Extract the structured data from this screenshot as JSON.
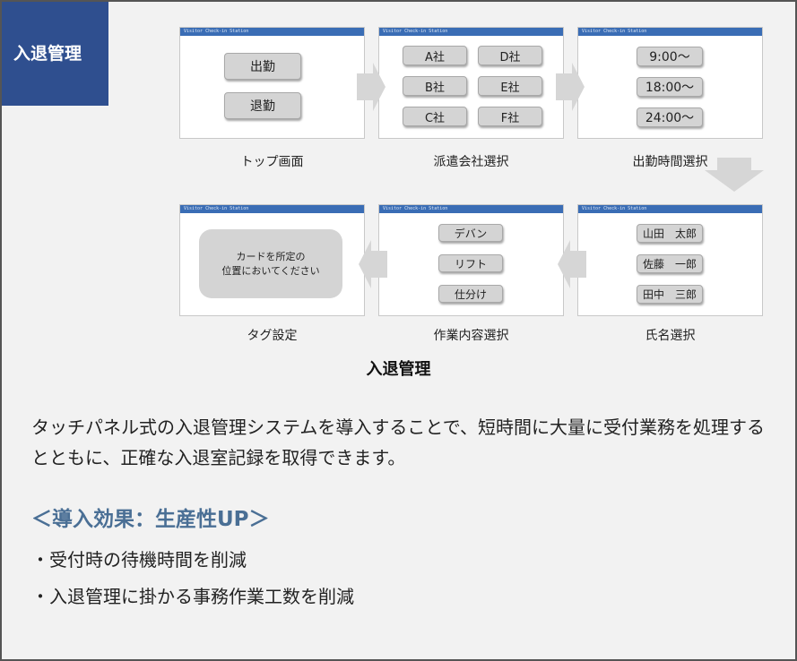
{
  "section_tag": "入退管理",
  "screen_header_text": "Visitor Check-in Station",
  "screens": {
    "top": {
      "caption": "トップ画面",
      "buttons": [
        "出勤",
        "退勤"
      ]
    },
    "company": {
      "caption": "派遣会社選択",
      "buttons": [
        "A社",
        "D社",
        "B社",
        "E社",
        "C社",
        "F社"
      ]
    },
    "shift": {
      "caption": "出勤時間選択",
      "buttons": [
        "9:00～",
        "18:00～",
        "24:00～"
      ]
    },
    "name": {
      "caption": "氏名選択",
      "buttons": [
        "山田　太郎",
        "佐藤　一郎",
        "田中　三郎"
      ]
    },
    "work": {
      "caption": "作業内容選択",
      "buttons": [
        "デバン",
        "リフト",
        "仕分け"
      ]
    },
    "tag": {
      "caption": "タグ設定",
      "card_line1": "カードを所定の",
      "card_line2": "位置においてください"
    }
  },
  "diagram_title": "入退管理",
  "description": "タッチパネル式の入退管理システムを導入することで、短時間に大量に受付業務を処理するとともに、正確な入退室記録を取得できます。",
  "effect_heading": "＜導入効果：生産性UP＞",
  "bullets": [
    "・受付時の待機時間を削減",
    "・入退管理に掛かる事務作業工数を削減"
  ],
  "colors": {
    "tag_bg": "#2f4f8f",
    "screen_header": "#3a6db5",
    "effect_heading": "#4a6f95",
    "arrow": "#d6d6d6",
    "button": "#d4d4d4"
  }
}
